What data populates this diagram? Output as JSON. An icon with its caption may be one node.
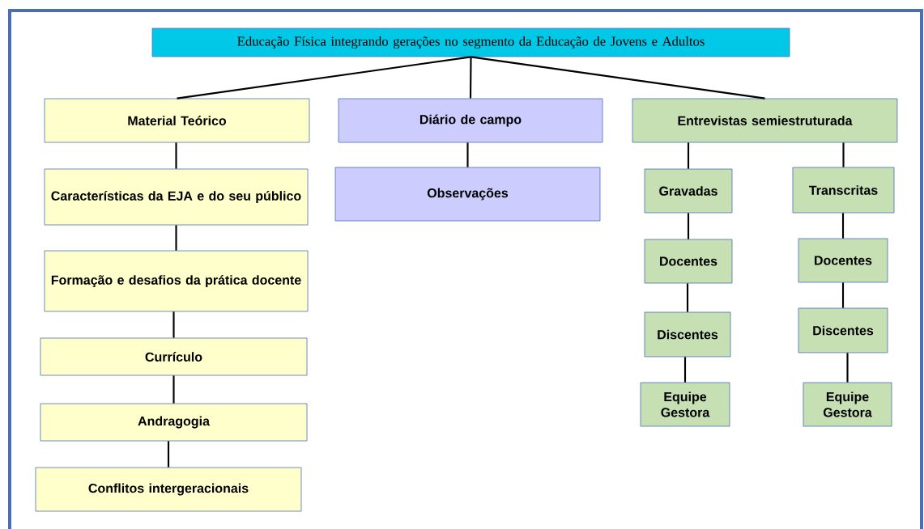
{
  "diagram": {
    "nodes": [
      {
        "text": [
          "Educação Física integrando gerações no segmento da Educação de Jovens e Adultos"
        ]
      },
      {
        "text": [
          "Material Teórico"
        ]
      },
      {
        "text": [
          "Características da EJA e do seu público"
        ]
      },
      {
        "text": [
          "Formação e desafios da prática docente"
        ]
      },
      {
        "text": [
          "Currículo"
        ]
      },
      {
        "text": [
          "Andragogia"
        ]
      },
      {
        "text": [
          "Conflitos intergeracionais"
        ]
      },
      {
        "text": [
          "Diário de campo"
        ]
      },
      {
        "text": [
          "Observações"
        ]
      },
      {
        "text": [
          "Entrevistas semiestruturada"
        ]
      },
      {
        "text": [
          "Gravadas"
        ]
      },
      {
        "text": [
          "Docentes"
        ]
      },
      {
        "text": [
          "Discentes"
        ]
      },
      {
        "text": [
          "Equipe Gestora"
        ]
      },
      {
        "text": [
          "Transcritas"
        ]
      },
      {
        "text": [
          "Docentes"
        ]
      },
      {
        "text": [
          "Discentes"
        ]
      },
      {
        "text": [
          "Equipe Gestora"
        ]
      }
    ],
    "edges": [
      {
        "from": 0,
        "to": 1,
        "arrow": "none"
      },
      {
        "from": 0,
        "to": 7,
        "arrow": "none"
      },
      {
        "from": 0,
        "to": 9,
        "arrow": "none"
      },
      {
        "from": 1,
        "to": 2,
        "arrow": "none"
      },
      {
        "from": 2,
        "to": 3,
        "arrow": "none"
      },
      {
        "from": 3,
        "to": 4,
        "arrow": "none"
      },
      {
        "from": 4,
        "to": 5,
        "arrow": "none"
      },
      {
        "from": 5,
        "to": 6,
        "arrow": "none"
      },
      {
        "from": 7,
        "to": 8,
        "arrow": "none"
      },
      {
        "from": 9,
        "to": 10,
        "arrow": "none"
      },
      {
        "from": 10,
        "to": 11,
        "arrow": "none"
      },
      {
        "from": 11,
        "to": 12,
        "arrow": "none"
      },
      {
        "from": 12,
        "to": 13,
        "arrow": "none"
      },
      {
        "from": 9,
        "to": 14,
        "arrow": "none"
      },
      {
        "from": 14,
        "to": 15,
        "arrow": "none"
      },
      {
        "from": 15,
        "to": 16,
        "arrow": "none"
      },
      {
        "from": 16,
        "to": 17,
        "arrow": "none"
      }
    ]
  }
}
